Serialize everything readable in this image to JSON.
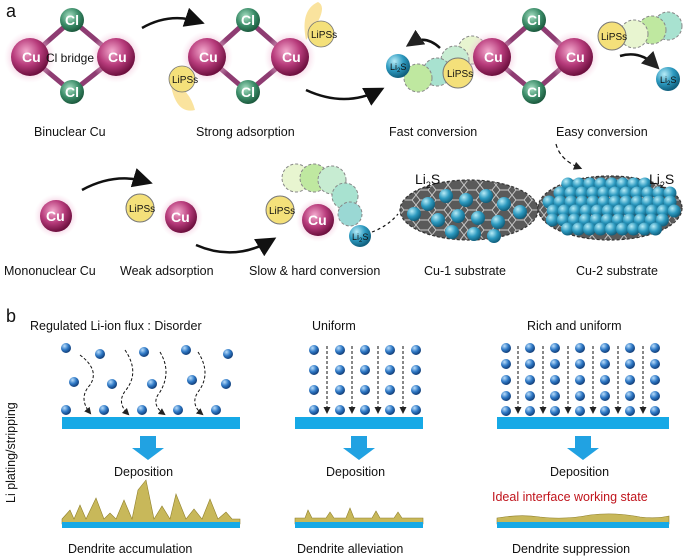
{
  "panels": {
    "a": "a",
    "b": "b"
  },
  "panel_a": {
    "cl_label": "Cl",
    "cu_label": "Cu",
    "bridge_label": "Cl bridge",
    "lipss_label": "LiPSs",
    "li2s_label": "Li",
    "li2s_sub": "2",
    "li2s_tail": "S",
    "captions": {
      "binuclear": "Binuclear Cu",
      "strong": "Strong adsorption",
      "fast": "Fast conversion",
      "easy": "Easy conversion",
      "mononuclear": "Mononuclear Cu",
      "weak": "Weak adsorption",
      "slow": "Slow & hard conversion",
      "cu1": "Cu-1 substrate",
      "cu2": "Cu-2 substrate"
    }
  },
  "panel_b": {
    "axis_label": "Li plating/stripping",
    "col1_title": "Regulated Li-ion flux : Disorder",
    "col2_title": "Uniform",
    "col3_title": "Rich and uniform",
    "deposition": "Deposition",
    "ideal": "Ideal interface working state",
    "res1": "Dendrite accumulation",
    "res2": "Dendrite alleviation",
    "res3": "Dendrite suppression"
  },
  "colors": {
    "cu": "#a8286a",
    "cl": "#2f8060",
    "ion": "#2b6fc0",
    "substrate": "#16a9e6",
    "dendrite": "#c8b85a",
    "red_text": "#c0141c"
  }
}
